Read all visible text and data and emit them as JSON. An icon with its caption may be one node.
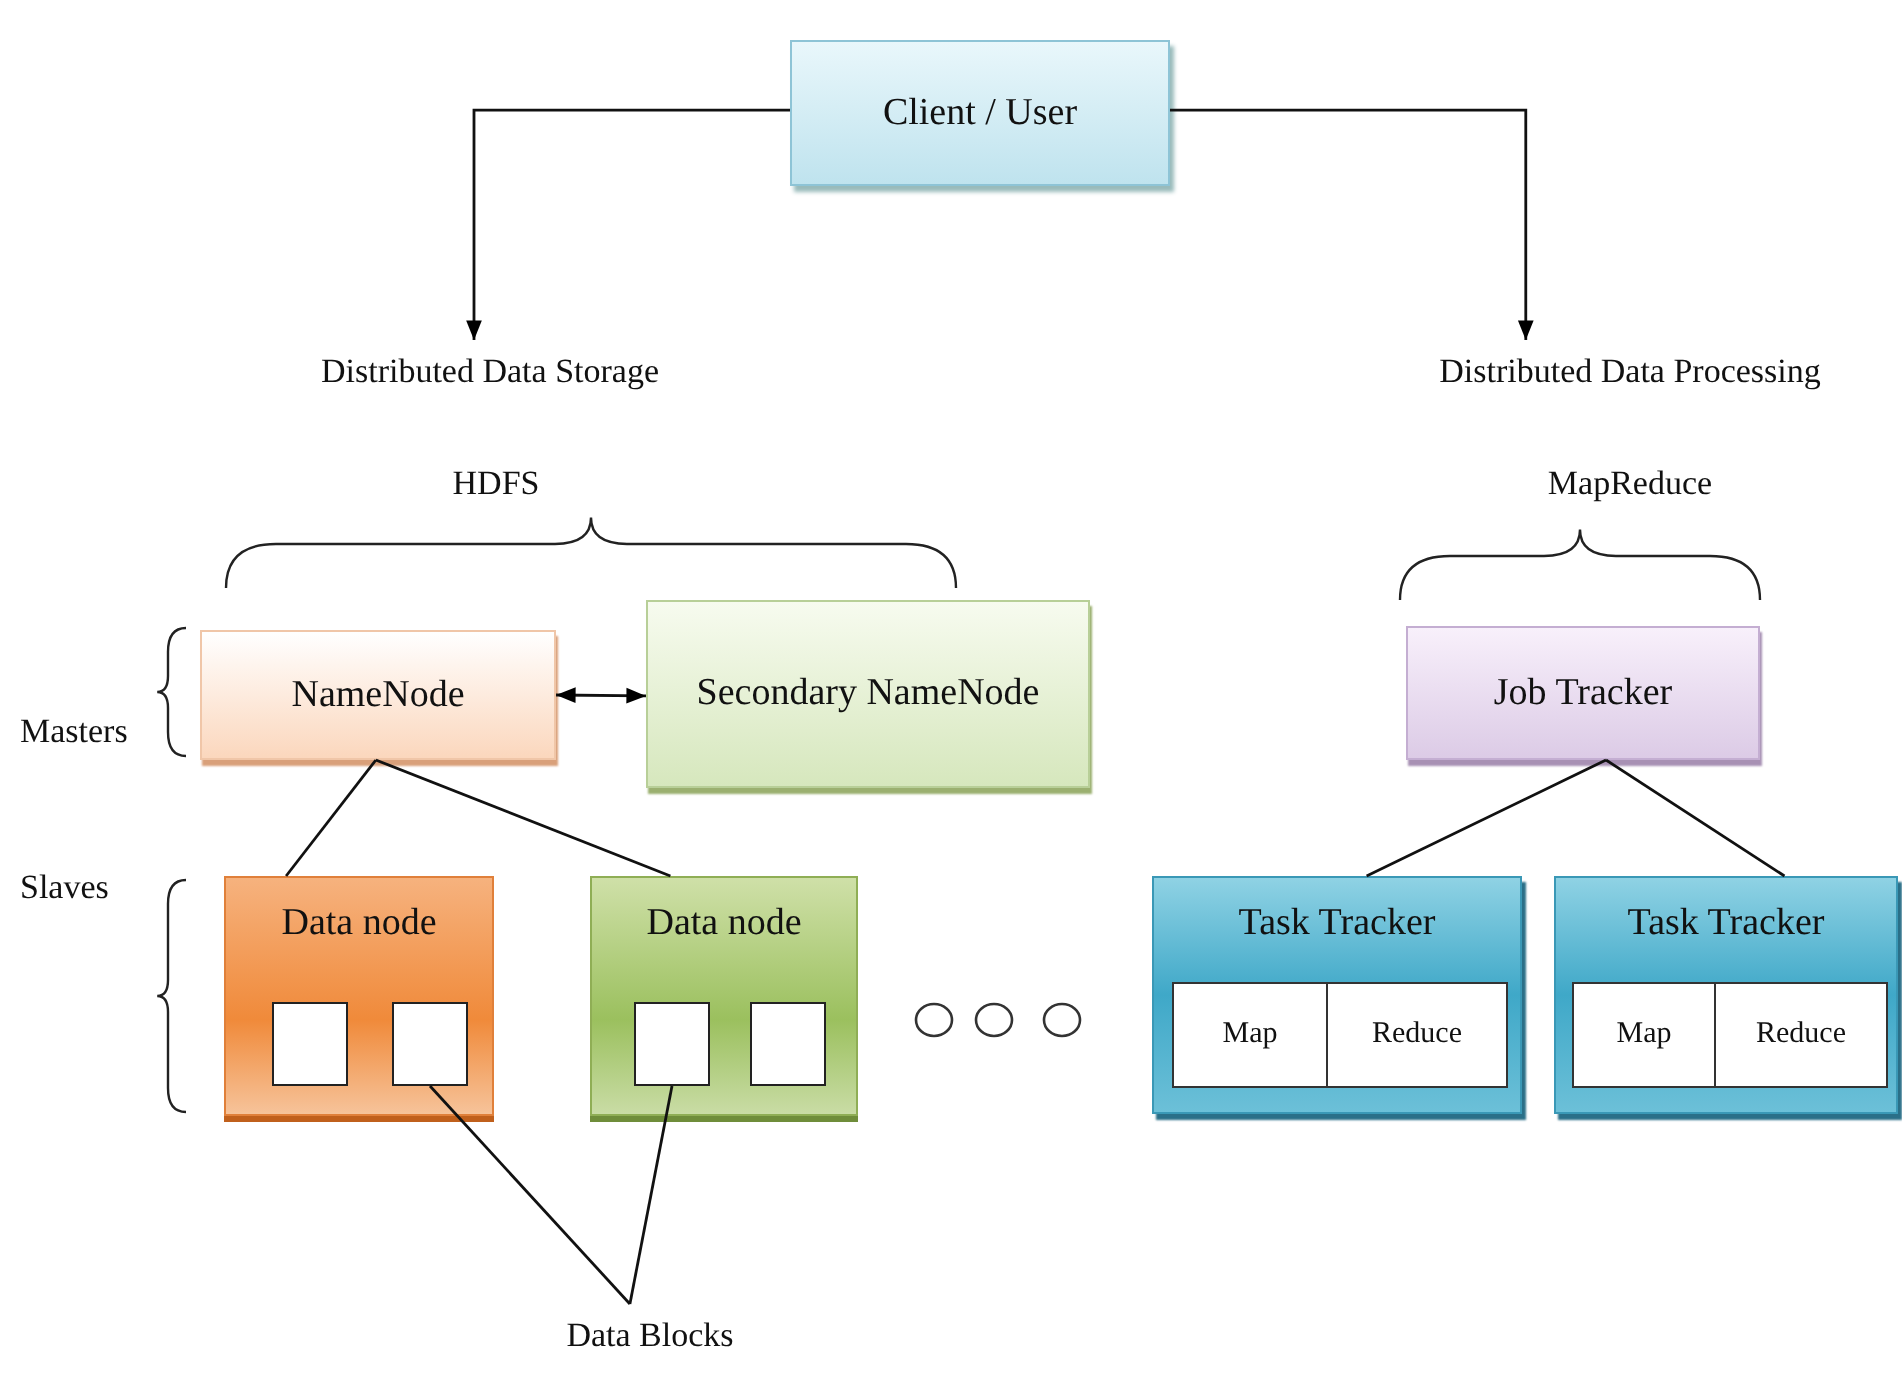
{
  "diagram": {
    "nodes": [
      {
        "text": [
          "Client / User"
        ]
      },
      {
        "text": [
          "Distributed Data Storage"
        ]
      },
      {
        "text": [
          "Distributed Data Processing"
        ]
      },
      {
        "text": [
          "NameNode"
        ]
      },
      {
        "text": [
          "Secondary NameNode"
        ]
      },
      {
        "text": [
          "Job Tracker"
        ]
      },
      {
        "text": [
          "Data node"
        ]
      },
      {
        "text": [],
        "shape": "box",
        "in": 6
      },
      {
        "text": [],
        "shape": "box",
        "in": 6
      },
      {
        "text": [
          "Data node"
        ]
      },
      {
        "text": [],
        "shape": "box",
        "in": 9
      },
      {
        "text": [],
        "shape": "box",
        "in": 9
      },
      {
        "text": [
          "Task Tracker"
        ]
      },
      {
        "text": [
          "Map"
        ],
        "in": 12
      },
      {
        "text": [
          "Reduce"
        ],
        "in": 12
      },
      {
        "text": [
          "Task Tracker"
        ]
      },
      {
        "text": [
          "Map"
        ],
        "in": 15
      },
      {
        "text": [
          "Reduce"
        ],
        "in": 15
      },
      {
        "text": [
          "Data Blocks"
        ]
      }
    ],
    "edges": [
      {
        "from": 0,
        "to": 1,
        "arrow": "to"
      },
      {
        "from": 0,
        "to": 2,
        "arrow": "to"
      },
      {
        "from": 3,
        "to": 4,
        "arrow": "both"
      },
      {
        "from": 3,
        "to": 6,
        "arrow": "none"
      },
      {
        "from": 3,
        "to": 9,
        "arrow": "none"
      },
      {
        "from": 5,
        "to": 12,
        "arrow": "none"
      },
      {
        "from": 5,
        "to": 15,
        "arrow": "none"
      },
      {
        "from": 18,
        "to": 8,
        "arrow": "none"
      },
      {
        "from": 18,
        "to": 10,
        "arrow": "none"
      }
    ],
    "labels": [
      "HDFS",
      "MapReduce",
      "Masters",
      "Slaves"
    ]
  }
}
